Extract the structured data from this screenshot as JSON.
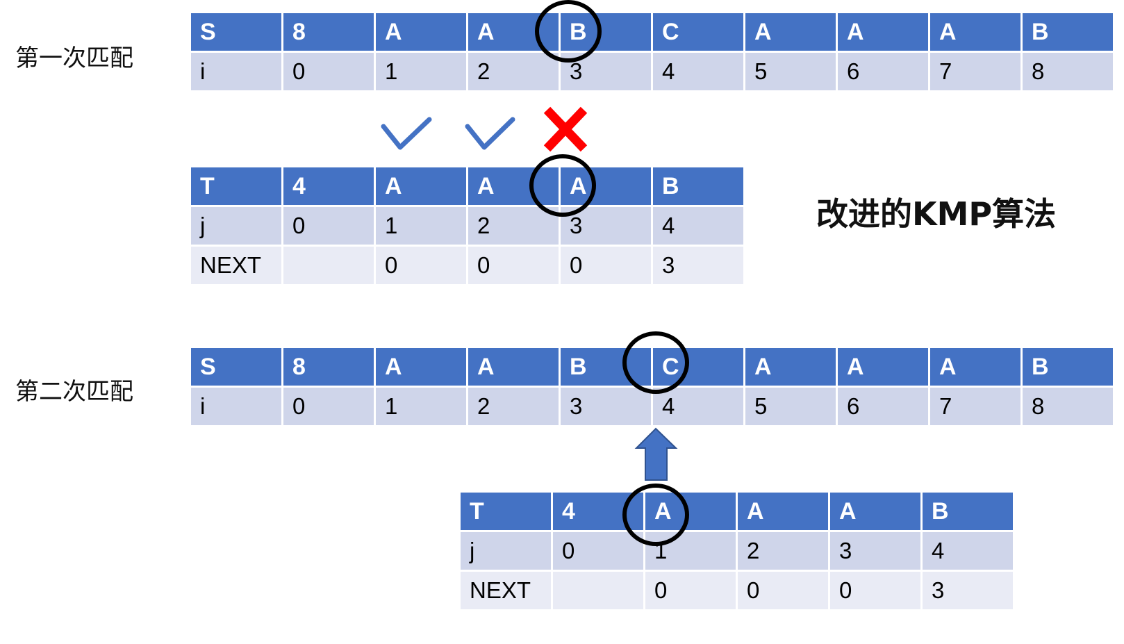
{
  "title": "改进的KMP算法",
  "first_match_label": "第一次匹配",
  "second_match_label": "第二次匹配",
  "colors": {
    "header": "#4472C4",
    "row_dark": "#CFD5EA",
    "row_light": "#E9EBF5",
    "check": "#4472C4",
    "cross": "#FF0000",
    "circle": "#000000",
    "arrow": "#4472C4"
  },
  "match1": {
    "s_table": {
      "header": [
        "S",
        "8",
        "A",
        "A",
        "B",
        "C",
        "A",
        "A",
        "A",
        "B"
      ],
      "index": [
        "i",
        "0",
        "1",
        "2",
        "3",
        "4",
        "5",
        "6",
        "7",
        "8"
      ]
    },
    "t_table": {
      "header": [
        "T",
        "4",
        "A",
        "A",
        "A",
        "B"
      ],
      "index": [
        "j",
        "0",
        "1",
        "2",
        "3",
        "4"
      ],
      "next": [
        "NEXT",
        "",
        "0",
        "0",
        "0",
        "3"
      ]
    },
    "marks": [
      "check-icon",
      "check-icon",
      "cross-icon"
    ]
  },
  "match2": {
    "s_table": {
      "header": [
        "S",
        "8",
        "A",
        "A",
        "B",
        "C",
        "A",
        "A",
        "A",
        "B"
      ],
      "index": [
        "i",
        "0",
        "1",
        "2",
        "3",
        "4",
        "5",
        "6",
        "7",
        "8"
      ]
    },
    "t_table": {
      "header": [
        "T",
        "4",
        "A",
        "A",
        "A",
        "B"
      ],
      "index": [
        "j",
        "0",
        "1",
        "2",
        "3",
        "4"
      ],
      "next": [
        "NEXT",
        "",
        "0",
        "0",
        "0",
        "3"
      ]
    }
  }
}
